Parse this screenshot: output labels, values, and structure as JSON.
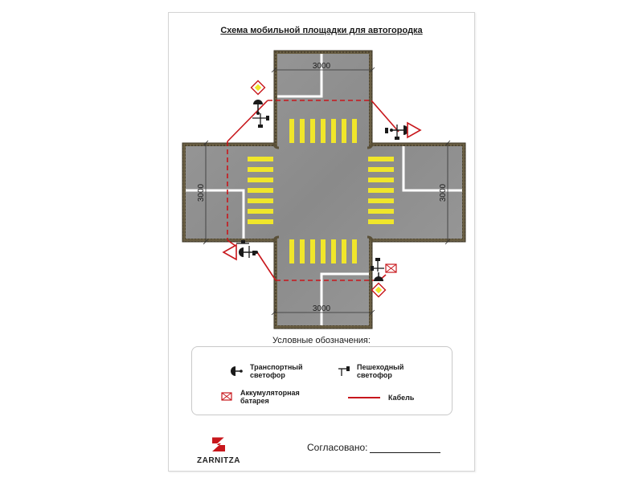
{
  "title": "Схема мобильной площадки для автогородка",
  "dimensions": {
    "top": "3000",
    "bottom": "3000",
    "left": "3000",
    "right": "3000"
  },
  "legend": {
    "heading": "Условные обозначения:",
    "items": {
      "traffic_light": "Транспортный\nсветофор",
      "pedestrian_light": "Пешеходный\nсветофор",
      "battery": "Аккумуляторная\nбатарея",
      "cable": "Кабель"
    }
  },
  "logo": {
    "text": "ZARNITZA"
  },
  "approval": {
    "label": "Согласовано:"
  },
  "colors": {
    "asphalt": "#8e8e8e",
    "curb": "#5a5038",
    "crosswalk": "#f0e62a",
    "cable": "#c8171c",
    "sign_border": "#c8171c",
    "priority_sign": "#f0e62a",
    "brand": "#c8171c"
  },
  "icons": {
    "traffic_light": "traffic-light-icon",
    "pedestrian_light": "pedestrian-light-icon",
    "battery": "battery-icon",
    "priority_road": "priority-road-sign-icon",
    "yield": "yield-sign-icon",
    "logo": "zarnitza-z-icon"
  }
}
